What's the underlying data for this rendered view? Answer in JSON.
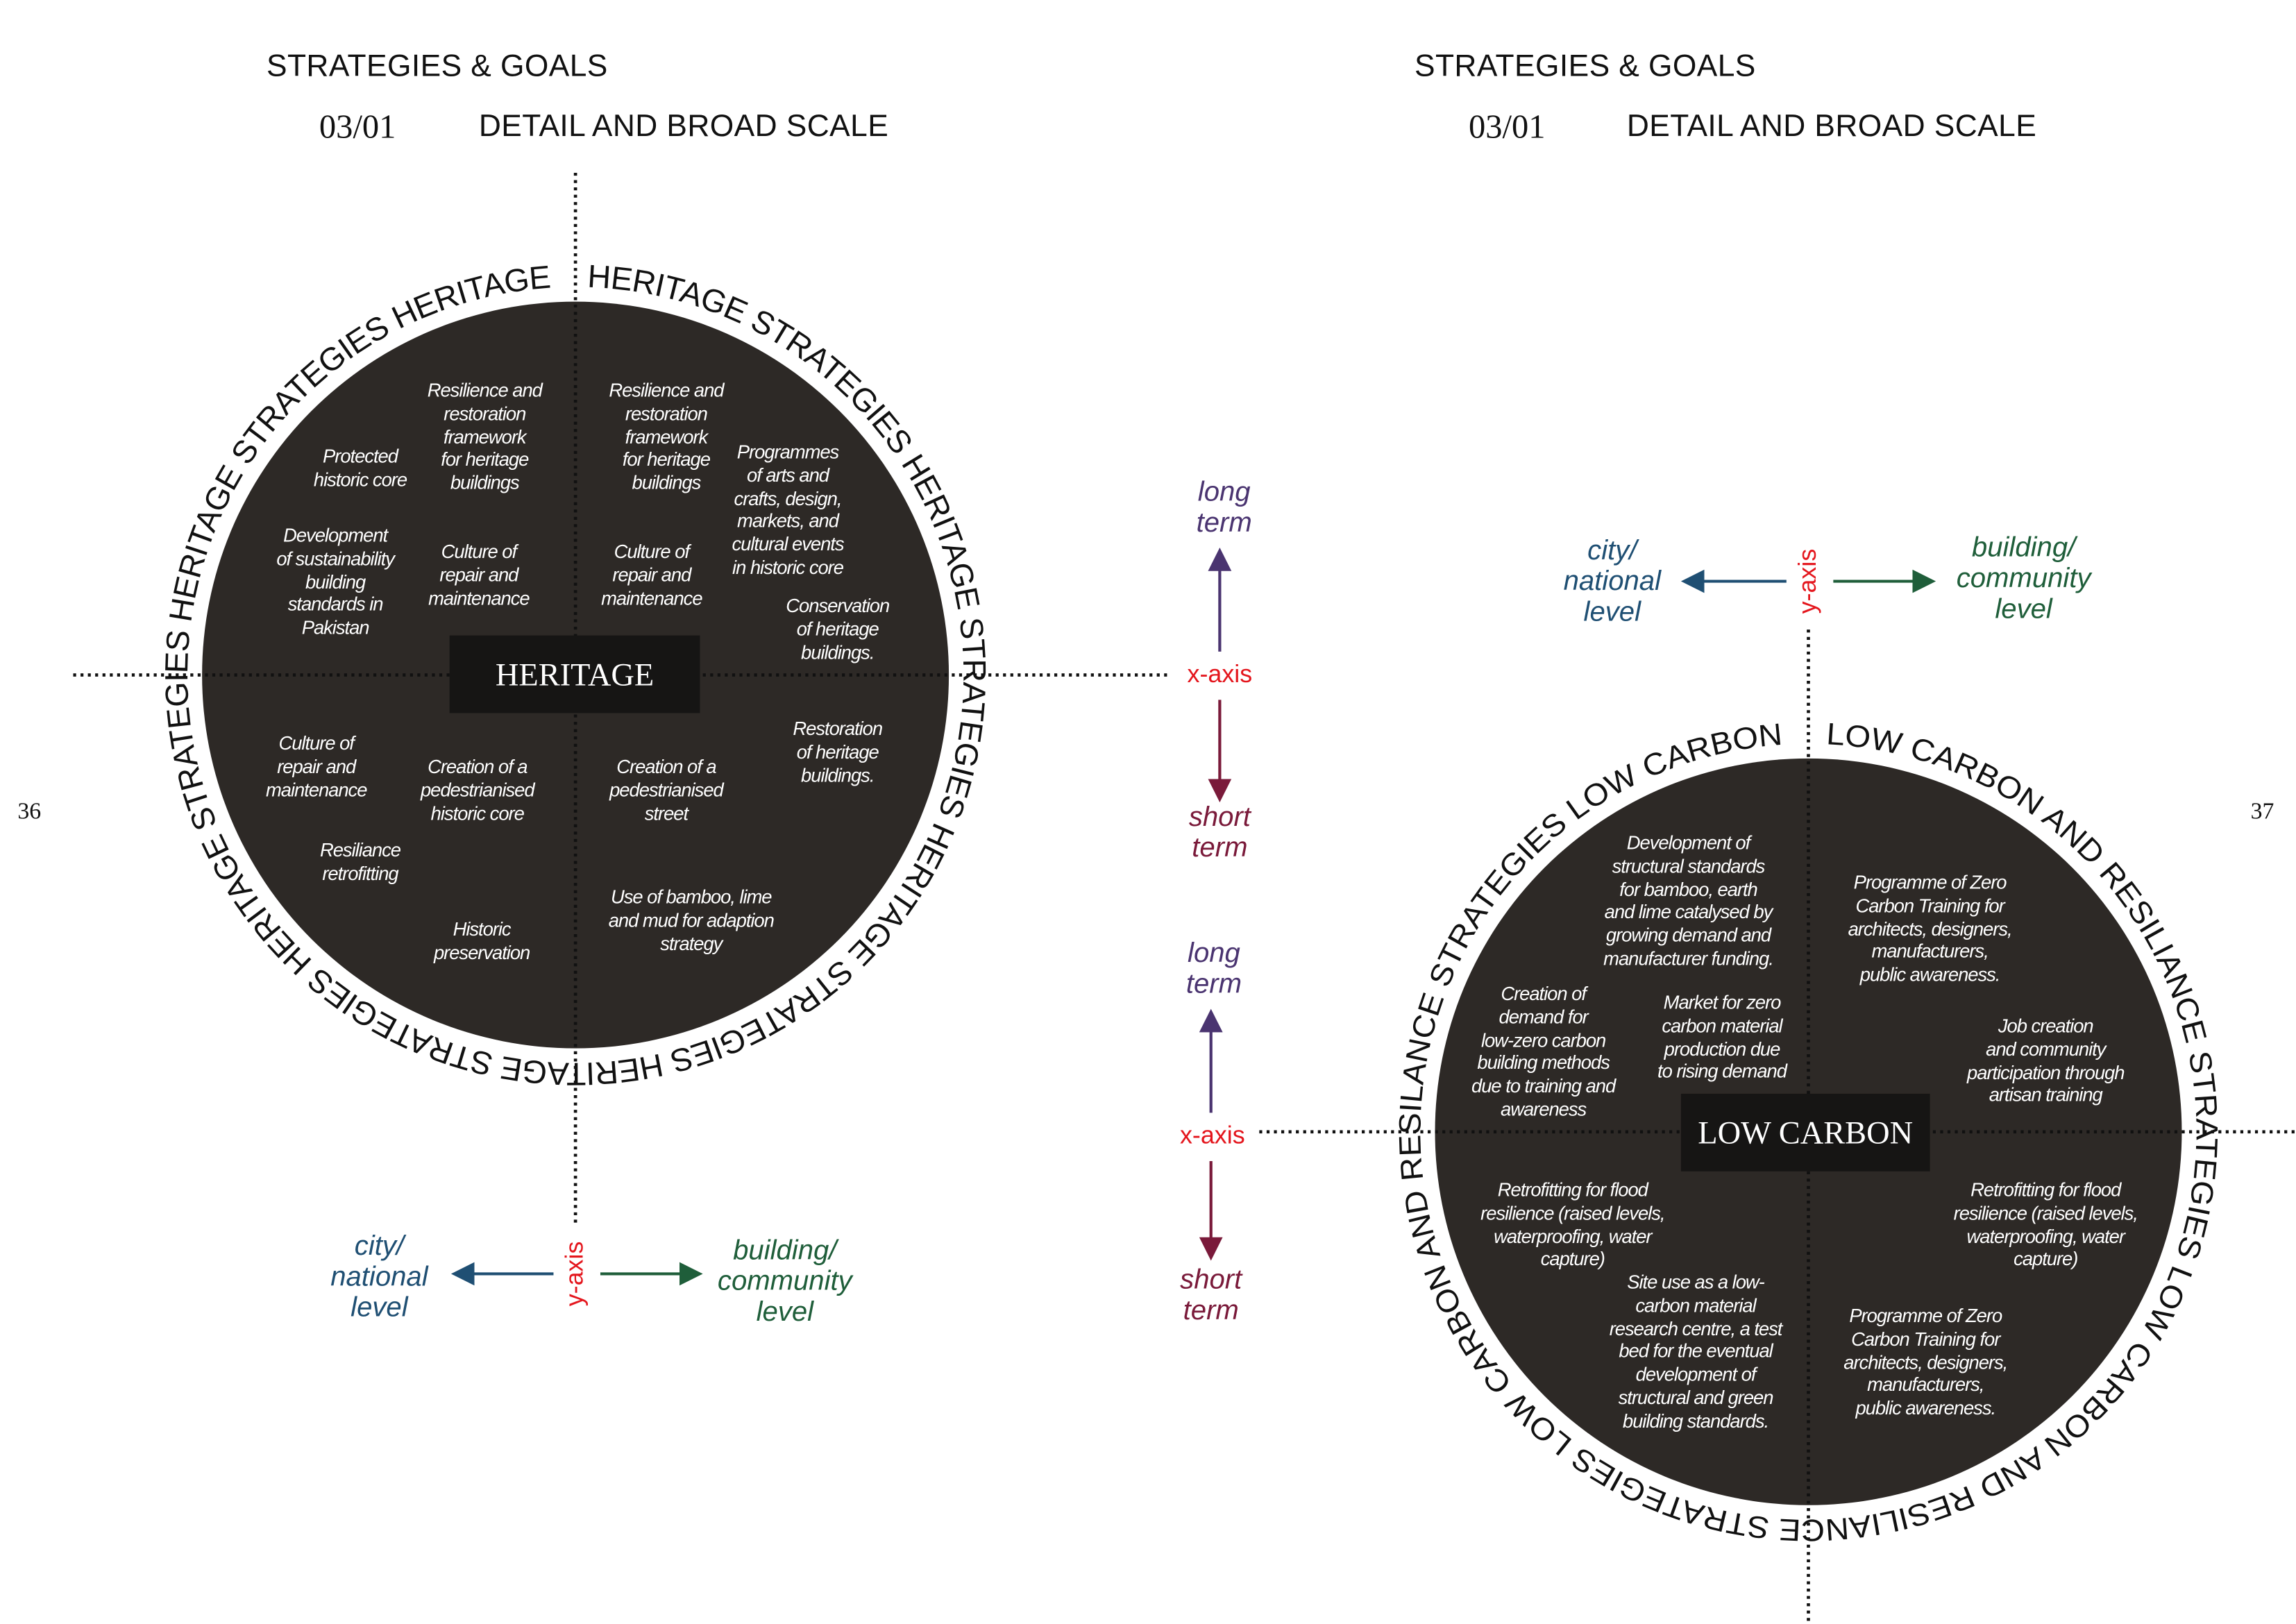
{
  "colors": {
    "circle": "#2d2926",
    "label_box": "#161514",
    "long_term": "#4a3470",
    "short_term": "#7a1a3a",
    "axis": "#e4161d",
    "city": "#1f4f73",
    "building": "#1f5e3a"
  },
  "left_page": {
    "header": "STRATEGIES & GOALS",
    "section_number": "03/01",
    "section_title": "DETAIL AND BROAD SCALE",
    "page_number": "36",
    "center_label": "HERITAGE",
    "ring_text": "HERITAGE STRATEGIES HERITAGE STRATEGIES HERITAGE STRATEGIES HERITAGE STRATEGIES HERITAGE STRATEGIES HERITAGE STRATEGIES HERITAGE ",
    "items": [
      "Resilience and\nrestoration\nframework\nfor heritage\nbuildings",
      "Resilience and\nrestoration\nframework\nfor heritage\nbuildings",
      "Protected\nhistoric core",
      "Programmes\nof arts and\ncrafts, design,\nmarkets, and\ncultural events\nin historic core",
      "Development\nof sustainability\nbuilding\nstandards in\nPakistan",
      "Culture of\nrepair and\nmaintenance",
      "Culture of\nrepair and\nmaintenance",
      "Conservation\nof heritage\nbuildings.",
      "Restoration\nof heritage\nbuildings.",
      "Culture of\nrepair and\nmaintenance",
      "Creation of a\npedestrianised\nhistoric core",
      "Creation of a\npedestrianised\nstreet",
      "Resiliance\nretrofitting",
      "Use of bamboo, lime\nand mud for adaption\nstrategy",
      "Historic\npreservation"
    ],
    "y_axis": {
      "label": "y-axis",
      "left": "city/\nnational\nlevel",
      "right": "building/\ncommunity\nlevel"
    }
  },
  "middle_axes": [
    {
      "top": "long\nterm",
      "label": "x-axis",
      "bottom": "short\nterm"
    },
    {
      "top": "long\nterm",
      "label": "x-axis",
      "bottom": "short\nterm"
    }
  ],
  "right_page": {
    "header": "STRATEGIES & GOALS",
    "section_number": "03/01",
    "section_title": "DETAIL AND BROAD SCALE",
    "page_number": "37",
    "center_label": "LOW CARBON",
    "ring_text": "LOW CARBON AND RESILIANCE STRATEGIES LOW CARBON AND RESILIANCE STRATEGIES LOW CARBON AND RESILANCE STRATEGIES LOW CARBON ",
    "items": [
      "Development of\nstructural standards\nfor bamboo, earth\nand lime catalysed by\ngrowing demand and\nmanufacturer funding.",
      "Programme of Zero\nCarbon Training for\narchitects, designers,\nmanufacturers,\npublic awareness.",
      "Creation of\ndemand for\nlow-zero carbon\nbuilding methods\ndue to training and\nawareness",
      "Market for zero\ncarbon material\nproduction due\nto rising demand",
      "Job creation\nand community\nparticipation through\nartisan training",
      "Retrofitting for flood\nresilience (raised levels,\nwaterproofing, water\ncapture)",
      "Retrofitting for flood\nresilience (raised levels,\nwaterproofing, water\ncapture)",
      "Site use as a low-\ncarbon material\nresearch centre, a test\nbed for the eventual\ndevelopment of\nstructural and green\nbuilding standards.",
      "Programme of Zero\nCarbon Training for\narchitects, designers,\nmanufacturers,\npublic awareness."
    ],
    "y_axis": {
      "label": "y-axis",
      "left": "city/\nnational\nlevel",
      "right": "building/\ncommunity\nlevel"
    }
  }
}
